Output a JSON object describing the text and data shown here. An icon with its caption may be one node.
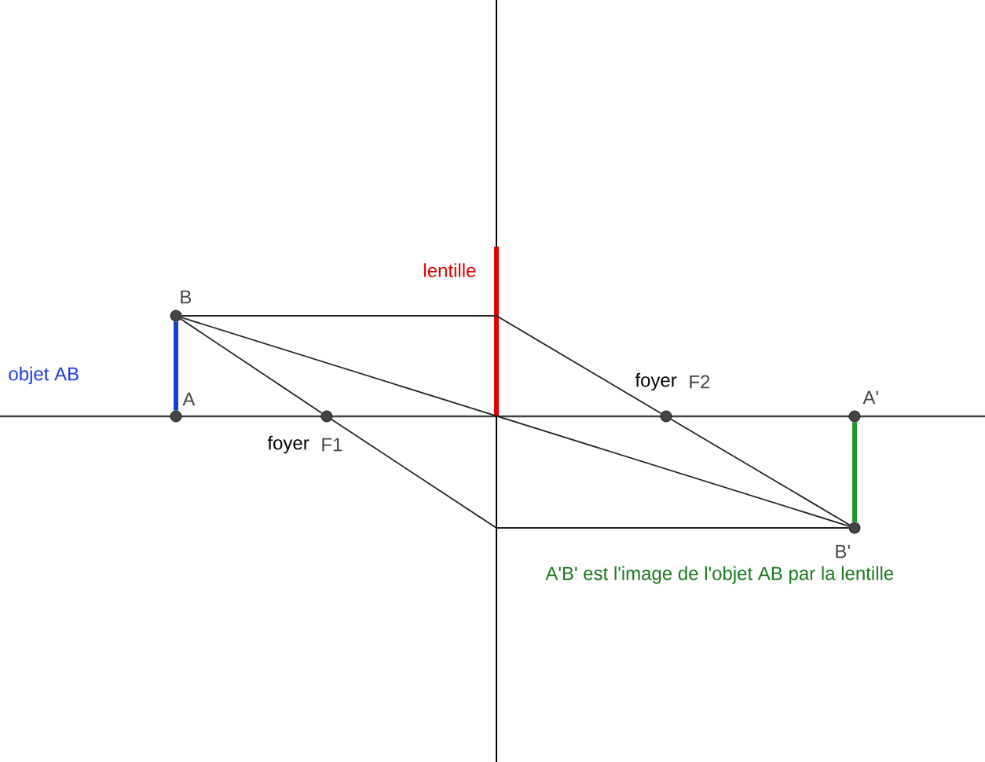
{
  "diagram": {
    "nodes": [
      {
        "text": [],
        "shape": "circle",
        "beside": [
          "B"
        ]
      },
      {
        "text": [],
        "shape": "circle",
        "beside": [
          "A"
        ]
      },
      {
        "text": [],
        "shape": "circle",
        "beside": [
          "foyer",
          "F1"
        ]
      },
      {
        "text": [],
        "shape": "circle",
        "beside": [
          "foyer",
          "F2"
        ]
      },
      {
        "text": [],
        "shape": "circle",
        "beside": [
          "A'"
        ]
      },
      {
        "text": [],
        "shape": "circle",
        "beside": [
          "B'"
        ]
      }
    ],
    "edges": [
      {
        "from": 1,
        "to": 0,
        "arrow": "none",
        "style": "thick",
        "color": "#1040d0"
      },
      {
        "from": 4,
        "to": 5,
        "arrow": "none",
        "style": "thick",
        "color": "#1a9a2a"
      },
      {
        "from": 0,
        "to": 3,
        "arrow": "none"
      },
      {
        "from": 3,
        "to": 5,
        "arrow": "none"
      },
      {
        "from": 0,
        "to": 5,
        "arrow": "none"
      },
      {
        "from": 0,
        "to": 2,
        "arrow": "none"
      },
      {
        "from": 2,
        "to": 5,
        "arrow": "none"
      }
    ],
    "labels": [
      "lentille",
      "objet AB",
      "A'B' est l'image de l'objet AB par la lentille"
    ]
  }
}
